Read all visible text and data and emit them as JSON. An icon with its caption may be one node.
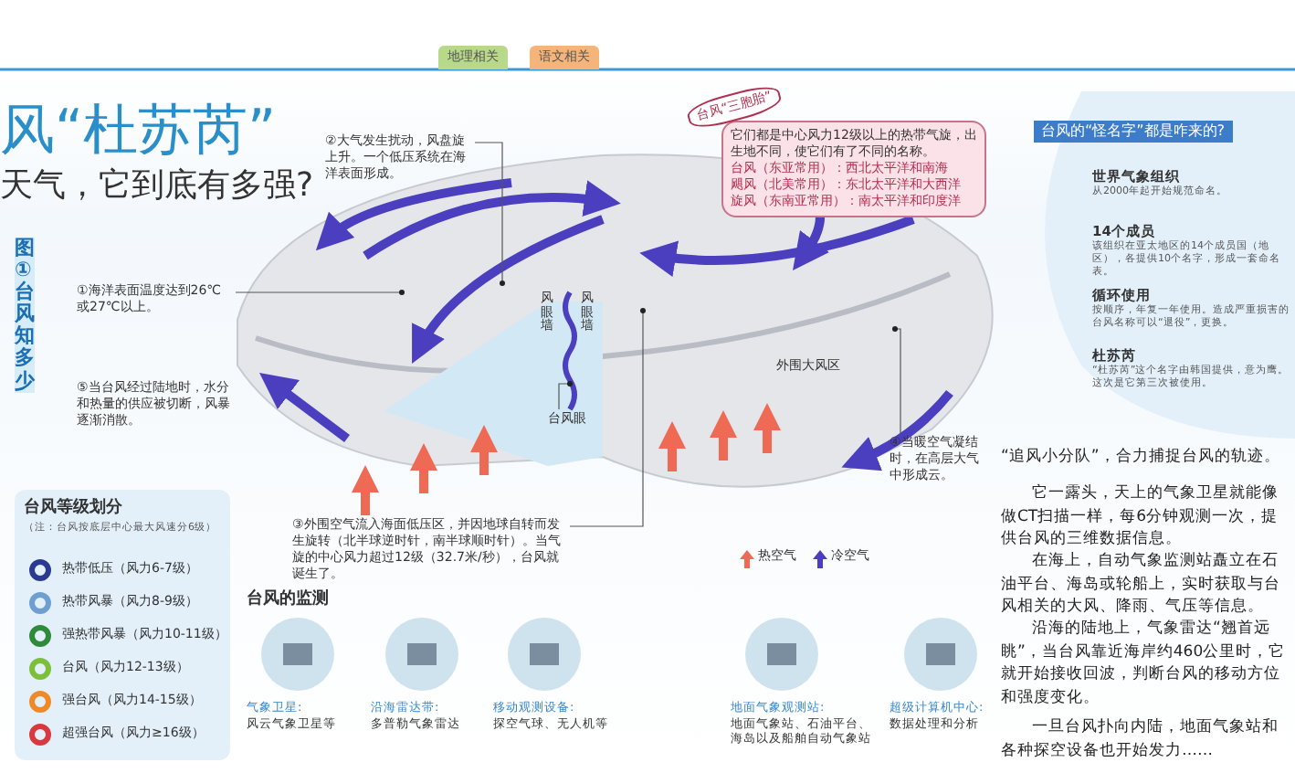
{
  "diagram": {
    "title": "风“杜苏芮”",
    "nodes": [
      {
        "text": [
          "①海洋表面温度达到26℃或27℃以上。"
        ]
      },
      {
        "text": [
          "②大气发生扰动，风盘旋上升。一个低压系统在海洋表面形成。"
        ]
      },
      {
        "text": [
          "③外围空气流入海面低压区，并因地球自转而发生旋转（北半球逆时针，南半球顺时针）。当气旋的中心风力超过12级（32.7米/秒），台风就诞生了。"
        ]
      },
      {
        "text": [
          "④当暖空气凝结时，在高层大气中形成云。"
        ]
      },
      {
        "text": [
          "⑤当台风经过陆地时，水分和热量的供应被切断，风暴逐渐消散。"
        ]
      },
      {
        "text": [
          "台风眼"
        ]
      },
      {
        "text": [
          "台风“三胞胎”",
          "它们都是中心风力12级以上的热带气旋，出生地不同，使它们有了不同的名称。",
          "台风（东亚常用）：西北太平洋和南海",
          "飓风（北美常用）：东北太平洋和大西洋",
          "旋风（东南亚常用）：南太平洋和印度洋"
        ]
      },
      {
        "text": [
          "台风等级划分",
          "（注：台风按底层中心最大风速分6级）"
        ]
      }
    ],
    "edges": [
      {
        "from": 0,
        "to": null,
        "arrow": "none"
      },
      {
        "from": 1,
        "to": null,
        "arrow": "none"
      },
      {
        "from": 2,
        "to": null,
        "arrow": "none"
      },
      {
        "from": 3,
        "to": null,
        "arrow": "none"
      },
      {
        "from": 5,
        "to": null,
        "arrow": "none"
      }
    ],
    "labels": [
      "地理相关",
      "语文相关",
      "天气，它到底有多强?",
      "图①台风知多少",
      "风眼墙",
      "风眼墙",
      "外围大风区",
      "台风的监测",
      "气象卫星:",
      "风云气象卫星等",
      "沿海雷达带:",
      "多普勒气象雷达",
      "移动观测设备:",
      "探空气球、无人机等",
      "地面气象观测站:",
      "地面气象站、石油平台、海岛以及船舶自动气象站",
      "超级计算机中心:",
      "数据处理和分析",
      "台风的“怪名字”都是咋来的?",
      "世界气象组织",
      "从2000年起开始规范命名。",
      "14个成员",
      "该组织在亚太地区的14个成员国（地区），各提供10个名字，形成一套命名表。",
      "循环使用",
      "按顺序，年复一年使用。造成严重损害的台风名称可以“退役”，更换。",
      "杜苏芮",
      "“杜苏芮”这个名字由韩国提供，意为鹰。这次是它第三次被使用。",
      "“追风小分队”，合力捕捉台风的轨迹。",
      "它一露头，天上的气象卫星就能像做CT扫描一样，每6分钟观测一次，提供台风的三维数据信息。",
      "在海上，自动气象监测站矗立在石油平台、海岛或轮船上，实时获取与台风相关的大风、降雨、气压等信息。",
      "沿海的陆地上，气象雷达“翘首远眺”，当台风靠近海岸约460公里时，它就开始接收回波，判断台风的移动方位和强度变化。",
      "一旦台风扑向内陆，地面气象站和各种探空设备也开始发力……"
    ],
    "legend": [
      {
        "text": "热空气"
      },
      {
        "text": "冷空气"
      },
      {
        "text": "热带低压（风力6-7级）",
        "color": "#2b3a8f"
      },
      {
        "text": "热带风暴（风力8-9级）",
        "color": "#6f9fd0"
      },
      {
        "text": "强热带风暴（风力10-11级）",
        "color": "#2f8a3c"
      },
      {
        "text": "台风（风力12-13级）",
        "color": "#7cbf3a"
      },
      {
        "text": "强台风（风力14-15级）",
        "color": "#ef8a2a"
      },
      {
        "text": "超强台风（风力≥16级）",
        "color": "#d8383e"
      }
    ]
  }
}
